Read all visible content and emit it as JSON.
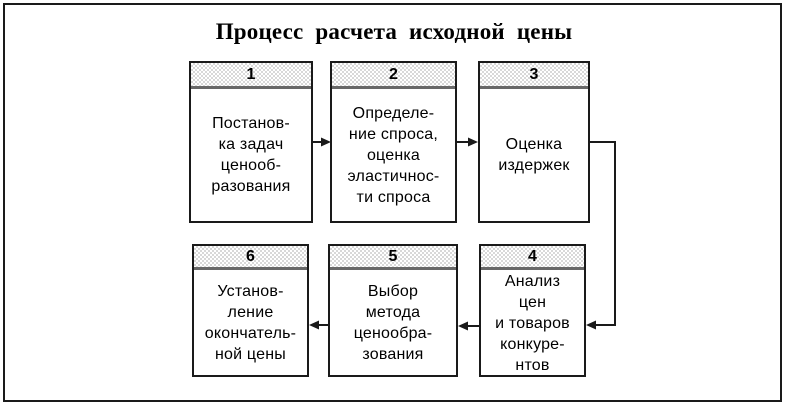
{
  "diagram": {
    "title": "Процесс расчета исходной цены",
    "boxes": [
      {
        "number": "1",
        "label": "Постанов-\nка задач\nценооб-\nразования"
      },
      {
        "number": "2",
        "label": "Определе-\nние спроса,\nоценка\nэластичнос-\nти спроса"
      },
      {
        "number": "3",
        "label": "Оценка\nиздержек"
      },
      {
        "number": "4",
        "label": "Анализ\nцен\nи товаров\nконкуре-\nнтов"
      },
      {
        "number": "5",
        "label": "Выбор\nметода\nценообра-\nзования"
      },
      {
        "number": "6",
        "label": "Установ-\nление\nокончатель-\nной цены"
      }
    ],
    "flow": [
      {
        "from": "1",
        "to": "2"
      },
      {
        "from": "2",
        "to": "3"
      },
      {
        "from": "3",
        "to": "4"
      },
      {
        "from": "4",
        "to": "5"
      },
      {
        "from": "5",
        "to": "6"
      }
    ],
    "colors": {
      "box_border": "#1a1a1a",
      "header_fill_dot": "#d8d8d8",
      "header_divider": "#686868",
      "text": "#000000",
      "background": "#ffffff"
    }
  }
}
